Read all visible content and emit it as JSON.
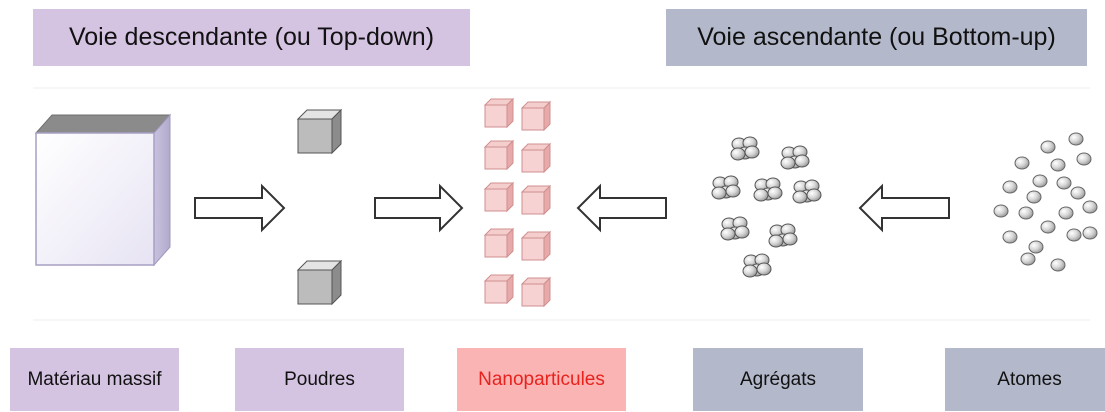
{
  "colors": {
    "top_down": "#d5c3e2",
    "bottom_up": "#b3b9ca",
    "nano_bg": "#fab4b4",
    "nano_text": "#e8231d",
    "text": "#111111"
  },
  "headers": {
    "top_down": "Voie descendante (ou Top-down)",
    "bottom_up": "Voie ascendante (ou Bottom-up)"
  },
  "labels": [
    {
      "text": "Matériau massif",
      "kind": "top_down"
    },
    {
      "text": "Poudres",
      "kind": "top_down"
    },
    {
      "text": "Nanoparticules",
      "kind": "nano"
    },
    {
      "text": "Agrégats",
      "kind": "bottom_up"
    },
    {
      "text": "Atomes",
      "kind": "bottom_up"
    }
  ],
  "icons": [
    "bulk-cube-icon",
    "powder-cubes-icon",
    "nanoparticle-cubes-icon",
    "aggregate-clusters-icon",
    "atom-spheres-icon",
    "arrow-right-icon",
    "arrow-left-icon"
  ]
}
